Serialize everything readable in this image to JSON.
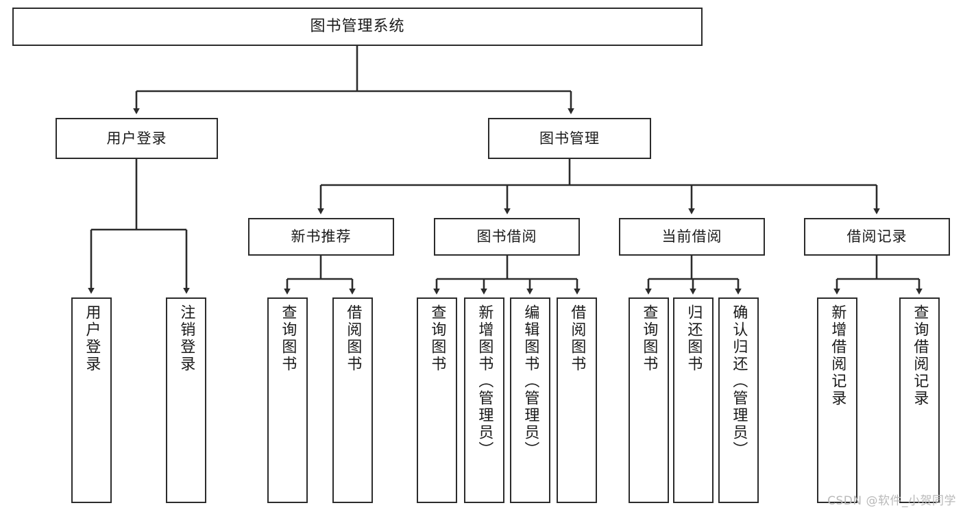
{
  "diagram": {
    "type": "tree-hierarchy-chart",
    "title_text": "图书管理系统",
    "watermark": "CSDN @软件_小贺同学",
    "colors": {
      "box_border": "#2b2b2b",
      "box_fill": "#ffffff",
      "connector": "#2b2b2b",
      "text": "#1a1a1a",
      "watermark": "#b9b9b9",
      "background": "#ffffff"
    },
    "nodes": {
      "root": {
        "label": "图书管理系统",
        "level": 0,
        "orientation": "horizontal"
      },
      "level1": [
        {
          "id": "user-login",
          "label": "用户登录",
          "orientation": "horizontal"
        },
        {
          "id": "book-manage",
          "label": "图书管理",
          "orientation": "horizontal"
        }
      ],
      "level2": [
        {
          "id": "new-book-recommend",
          "label": "新书推荐",
          "orientation": "horizontal",
          "parent": "book-manage"
        },
        {
          "id": "book-borrow",
          "label": "图书借阅",
          "orientation": "horizontal",
          "parent": "book-manage"
        },
        {
          "id": "current-borrow",
          "label": "当前借阅",
          "orientation": "horizontal",
          "parent": "book-manage"
        },
        {
          "id": "borrow-record",
          "label": "借阅记录",
          "orientation": "horizontal",
          "parent": "book-manage"
        }
      ],
      "leaves": {
        "user_login": [
          {
            "id": "leaf-user-login",
            "label": "用户登录",
            "orientation": "vertical"
          },
          {
            "id": "leaf-logout",
            "label": "注销登录",
            "orientation": "vertical"
          }
        ],
        "new_book_recommend": [
          {
            "id": "leaf-query-book-1",
            "label": "查询图书",
            "orientation": "vertical"
          },
          {
            "id": "leaf-borrow-book-1",
            "label": "借阅图书",
            "orientation": "vertical"
          }
        ],
        "book_borrow": [
          {
            "id": "leaf-query-book-2",
            "label": "查询图书",
            "orientation": "vertical"
          },
          {
            "id": "leaf-add-book",
            "label": "新增图书（管理员）",
            "orientation": "vertical"
          },
          {
            "id": "leaf-edit-book",
            "label": "编辑图书（管理员）",
            "orientation": "vertical"
          },
          {
            "id": "leaf-borrow-book-2",
            "label": "借阅图书",
            "orientation": "vertical"
          }
        ],
        "current_borrow": [
          {
            "id": "leaf-query-book-3",
            "label": "查询图书",
            "orientation": "vertical"
          },
          {
            "id": "leaf-return-book",
            "label": "归还图书",
            "orientation": "vertical"
          },
          {
            "id": "leaf-confirm-return",
            "label": "确认归还（管理员）",
            "orientation": "vertical"
          }
        ],
        "borrow_record": [
          {
            "id": "leaf-add-record",
            "label": "新增借阅记录",
            "orientation": "vertical"
          },
          {
            "id": "leaf-query-record",
            "label": "查询借阅记录",
            "orientation": "vertical"
          }
        ]
      }
    }
  }
}
